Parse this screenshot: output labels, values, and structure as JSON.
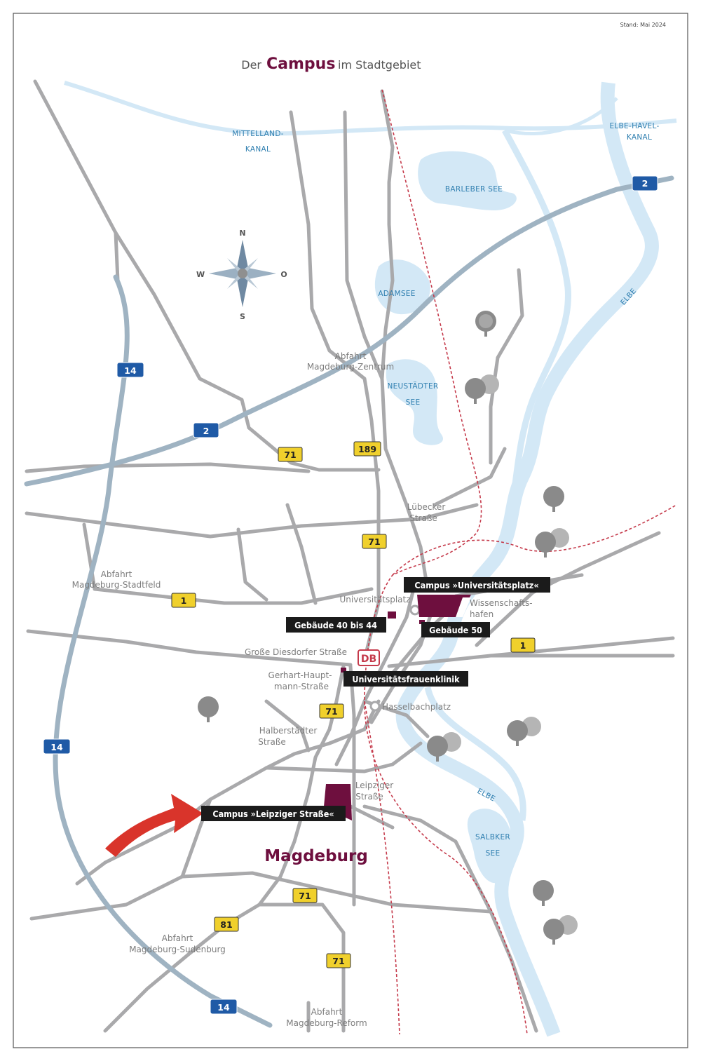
{
  "header": {
    "stand": "Stand: Mai 2024",
    "title_pre": "Der",
    "title_main": "Campus",
    "title_post": "im Stadtgebiet"
  },
  "city": "Magdeburg",
  "compass": {
    "n": "N",
    "s": "S",
    "w": "W",
    "o": "O"
  },
  "water": {
    "mittellandkanal_1": "MITTELLAND-",
    "mittellandkanal_2": "KANAL",
    "elbe_havel_1": "ELBE-HAVEL-",
    "elbe_havel_2": "KANAL",
    "barleber": "BARLEBER SEE",
    "adamsee": "ADAMSEE",
    "neustaedter_1": "NEUSTÄDTER",
    "neustaedter_2": "SEE",
    "elbe_north": "ELBE",
    "elbe_south": "ELBE",
    "salbker_1": "SALBKER",
    "salbker_2": "SEE"
  },
  "roads": {
    "b2_a": "2",
    "b2_b": "2",
    "a14_a": "14",
    "a14_b": "14",
    "a14_c": "14",
    "b71_a": "71",
    "b71_b": "71",
    "b71_c": "71",
    "b71_d": "71",
    "b71_e": "71",
    "b189": "189",
    "b1_a": "1",
    "b1_b": "1",
    "b81": "81"
  },
  "places": {
    "abfahrt_zentrum_1": "Abfahrt",
    "abfahrt_zentrum_2": "Magdeburg-Zentrum",
    "abfahrt_stadtfeld_1": "Abfahrt",
    "abfahrt_stadtfeld_2": "Magdeburg-Stadtfeld",
    "abfahrt_sudenburg_1": "Abfahrt",
    "abfahrt_sudenburg_2": "Magdeburg-Sudenburg",
    "abfahrt_reform_1": "Abfahrt",
    "abfahrt_reform_2": "Magdeburg-Reform",
    "luebecker_1": "Lübecker",
    "luebecker_2": "Straße",
    "universitaetsplatz": "Universitätsplatz",
    "wissenschaftshafen_1": "Wissenschafts-",
    "wissenschaftshafen_2": "hafen",
    "grosse_diesdorfer": "Große Diesdorfer Straße",
    "gerhart_1": "Gerhart-Haupt-",
    "gerhart_2": "mann-Straße",
    "hasselbachplatz": "Hasselbachplatz",
    "halberstaedter_1": "Halberstädter",
    "halberstaedter_2": "Straße",
    "leipziger_1": "Leipziger",
    "leipziger_2": "Straße",
    "db": "DB"
  },
  "campus_labels": {
    "universitaetsplatz": "Campus »Universitätsplatz«",
    "gebaeude_40_44": "Gebäude 40 bis 44",
    "gebaeude_50": "Gebäude 50",
    "frauenklinik": "Universitätsfrauenklinik",
    "leipziger": "Campus »Leipziger Straße«"
  },
  "colors": {
    "campus": "#6e0f3e",
    "road": "#a9a9ab",
    "autobahn": "#9fb3c2",
    "water": "#d3e8f6",
    "rail": "#c53a4b",
    "arrow": "#d9342b",
    "shield_yellow": "#f0d02c",
    "shield_blue": "#1f5aa6"
  }
}
